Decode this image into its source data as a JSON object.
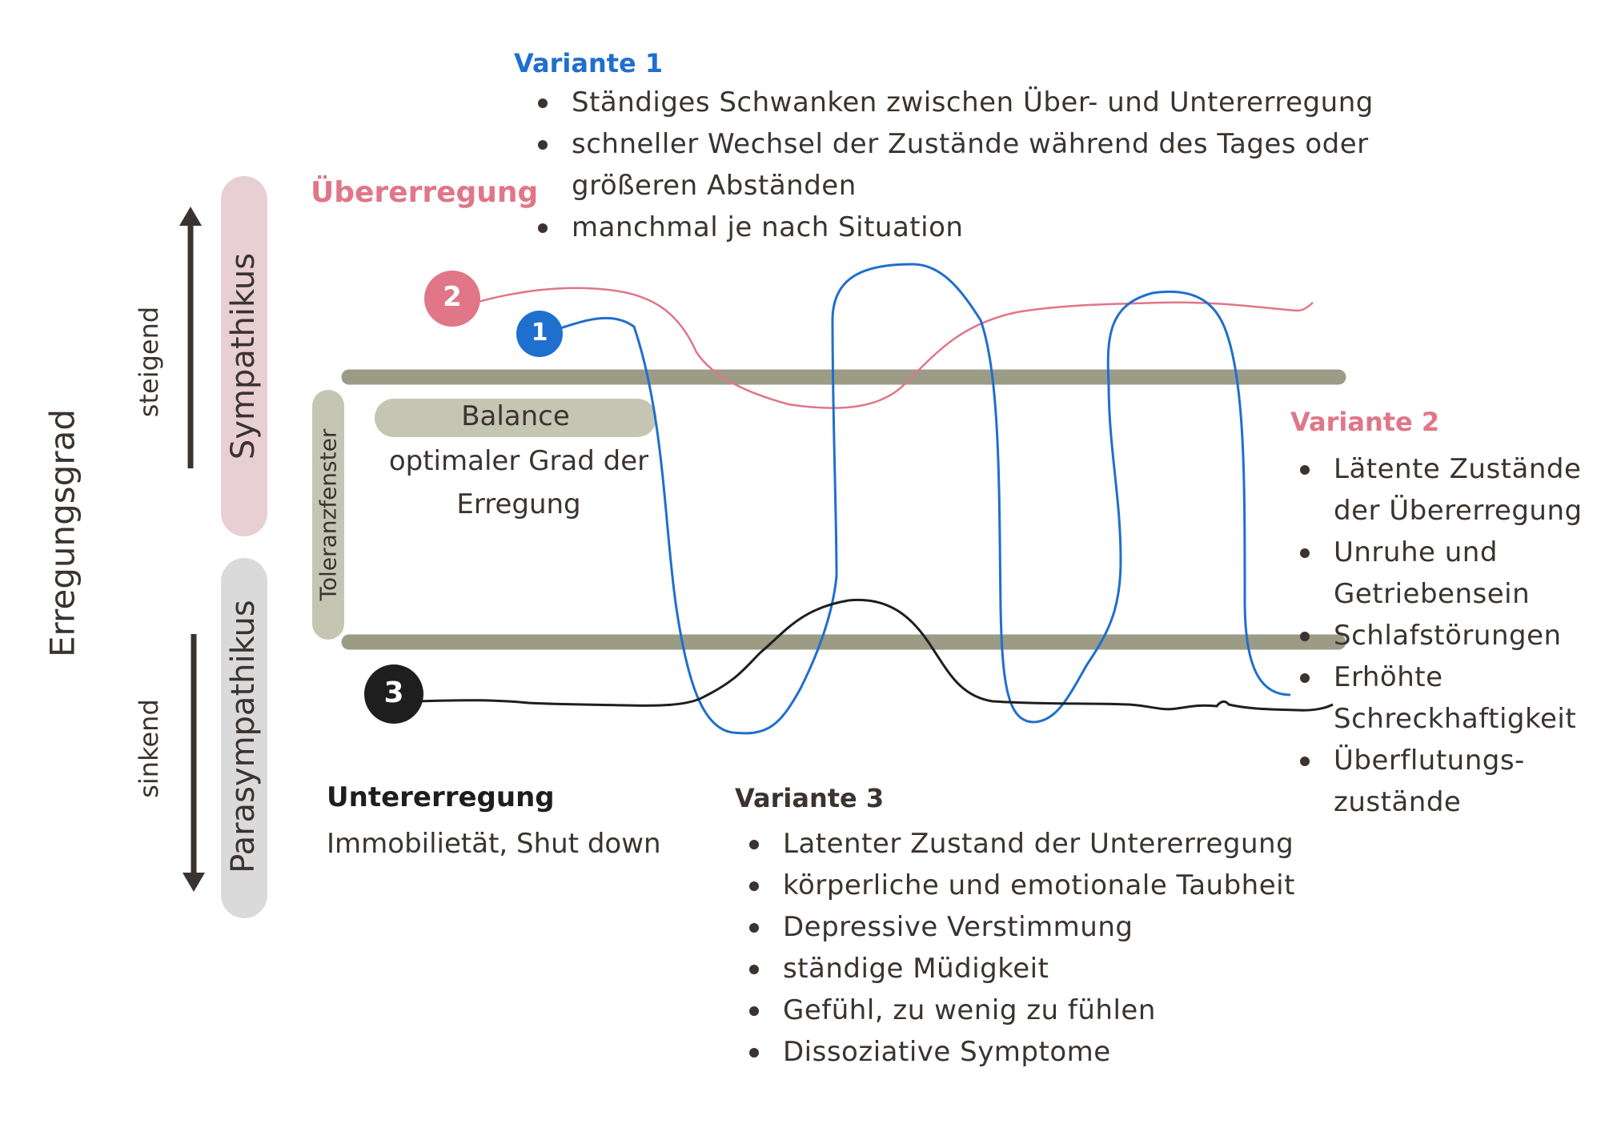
{
  "colors": {
    "blue": "#1f6fce",
    "pink": "#e07688",
    "black": "#1e1e1e",
    "band": "#9b9b86",
    "text": "#3a3330",
    "sympathikus_pill": "#e7cfd3",
    "parasympathikus_pill": "#dadada",
    "toleranz_pill": "#c5c5b4",
    "balance_pill": "#c5c5b4"
  },
  "axis": {
    "title": "Erregungsgrad",
    "up_label": "steigend",
    "down_label": "sinkend",
    "sympathikus": "Sympathikus",
    "parasympathikus": "Parasympathikus",
    "toleranzfenster": "Toleranzfenster"
  },
  "zones": {
    "uebererregung": "Übererregung",
    "balance": "Balance",
    "balance_desc_1": "optimaler Grad der",
    "balance_desc_2": "Erregung",
    "untererregung": "Untererregung",
    "untererregung_desc": "Immobilietät, Shut down"
  },
  "markers": [
    "1",
    "2",
    "3"
  ],
  "variante1": {
    "title": "Variante 1",
    "items": [
      "Ständiges Schwanken zwischen Über- und Untererregung",
      "schneller Wechsel der Zustände während des Tages oder",
      "größeren Abständen",
      "manchmal je nach Situation"
    ]
  },
  "variante2": {
    "title": "Variante 2",
    "items": [
      "Lätente Zustände",
      "der Übererregung",
      "Unruhe und",
      "Getriebensein",
      "Schlafstörungen",
      "Erhöhte",
      "Schreckhaftigkeit",
      "Überflutungs-",
      "zustände"
    ]
  },
  "variante3": {
    "title": "Variante 3",
    "items": [
      "Latenter Zustand der Untererregung",
      "körperliche und emotionale Taubheit",
      "Depressive Verstimmung",
      "ständige Müdigkeit",
      "Gefühl, zu wenig zu fühlen",
      "Dissoziative Symptome"
    ]
  }
}
